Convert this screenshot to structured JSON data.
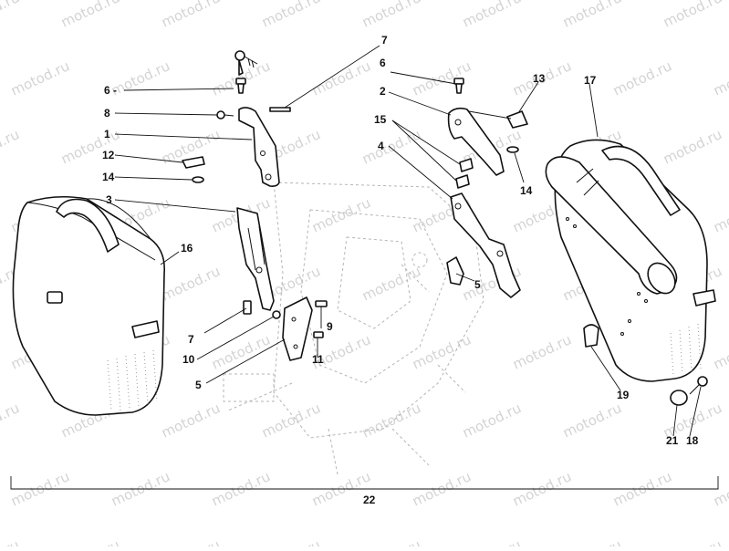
{
  "watermark": "motod.ru",
  "colors": {
    "line": "#111111",
    "watermark": "#d4d4d4",
    "ghost": "#b5b5b5",
    "background": "#ffffff"
  },
  "callouts": {
    "c1": "1",
    "c2": "2",
    "c3": "3",
    "c4": "4",
    "c5a": "5",
    "c5b": "5",
    "c6a": "6 -",
    "c6b": "6",
    "c7a": "7",
    "c7b": "7",
    "c8": "8",
    "c9": "9",
    "c10": "10",
    "c11": "11",
    "c12": "12",
    "c13": "13",
    "c14a": "14",
    "c14b": "14",
    "c15": "15",
    "c16": "16",
    "c17": "17",
    "c18": "18",
    "c19": "19",
    "c21": "21",
    "c22": "22"
  }
}
